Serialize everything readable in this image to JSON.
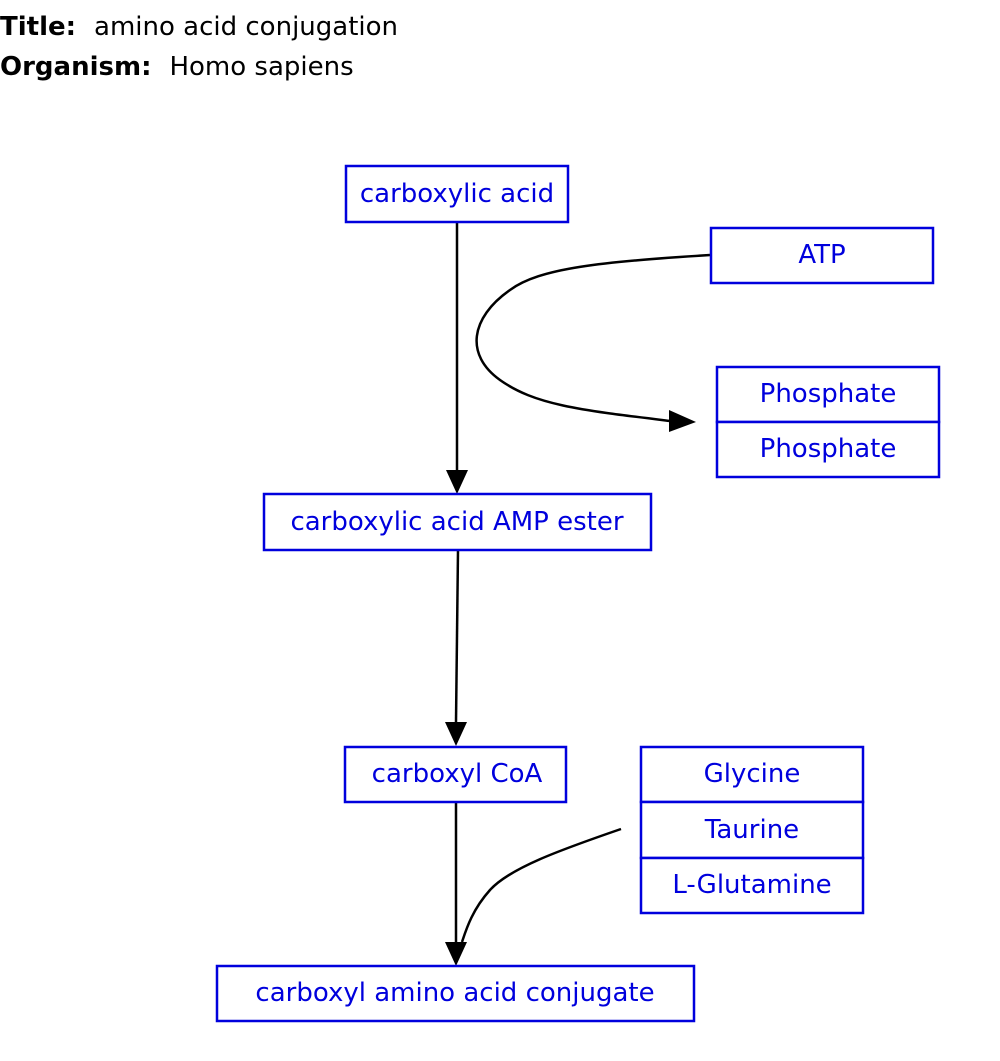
{
  "header": {
    "title_key": "Title:",
    "title_value": "amino acid conjugation",
    "organism_key": "Organism:",
    "organism_value": "Homo sapiens"
  },
  "nodes": {
    "carboxylic_acid": "carboxylic acid",
    "atp": "ATP",
    "phosphate_1": "Phosphate",
    "phosphate_2": "Phosphate",
    "amp_ester": "carboxylic acid AMP ester",
    "carboxyl_coa": "carboxyl CoA",
    "glycine": "Glycine",
    "taurine": "Taurine",
    "l_glutamine": "L-Glutamine",
    "conjugate": "carboxyl amino acid conjugate"
  },
  "colors": {
    "node_text": "#0000dd",
    "node_border": "#0000dd",
    "edge": "#000000"
  }
}
